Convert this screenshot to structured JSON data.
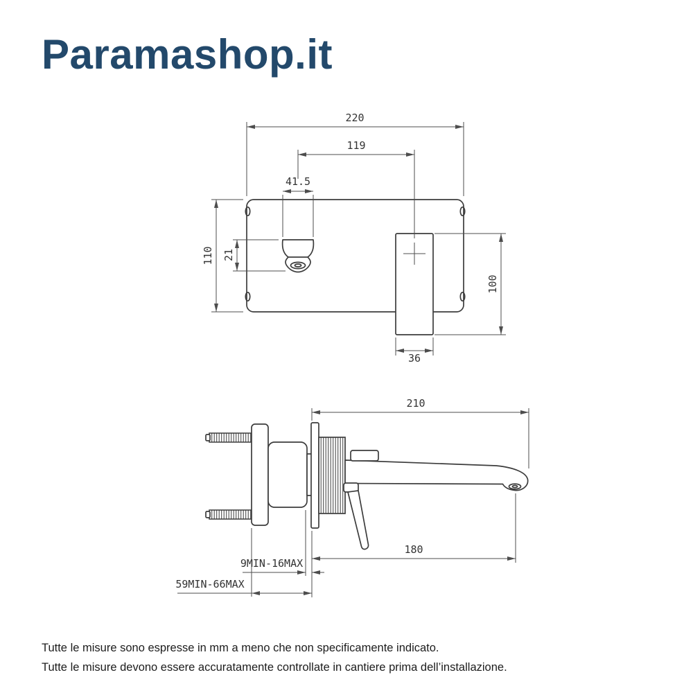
{
  "brand": {
    "logo_text": "Paramashop.it",
    "logo_color": "#23496b"
  },
  "drawing": {
    "front_view": {
      "dim_total_width": "220",
      "dim_spout_to_handle": "119",
      "dim_spout_offset": "41.5",
      "dim_plate_height": "110",
      "dim_spout_height": "21",
      "dim_handle_height": "100",
      "dim_handle_width": "36"
    },
    "side_view": {
      "dim_total_reach": "210",
      "dim_spout_reach": "180",
      "dim_adjustment_small": "9MIN-16MAX",
      "dim_adjustment_large": "59MIN-66MAX"
    }
  },
  "footer": {
    "note_line1": "Tutte le misure sono espresse in mm a meno che non specificamente indicato.",
    "note_line2": "Tutte le misure devono essere accuratamente controllate in cantiere prima dell’installazione."
  },
  "colors": {
    "background": "#ffffff",
    "object_line": "#3c3c3c",
    "dimension_line": "#4d4d4d",
    "footer_text": "#1c1c1c"
  }
}
